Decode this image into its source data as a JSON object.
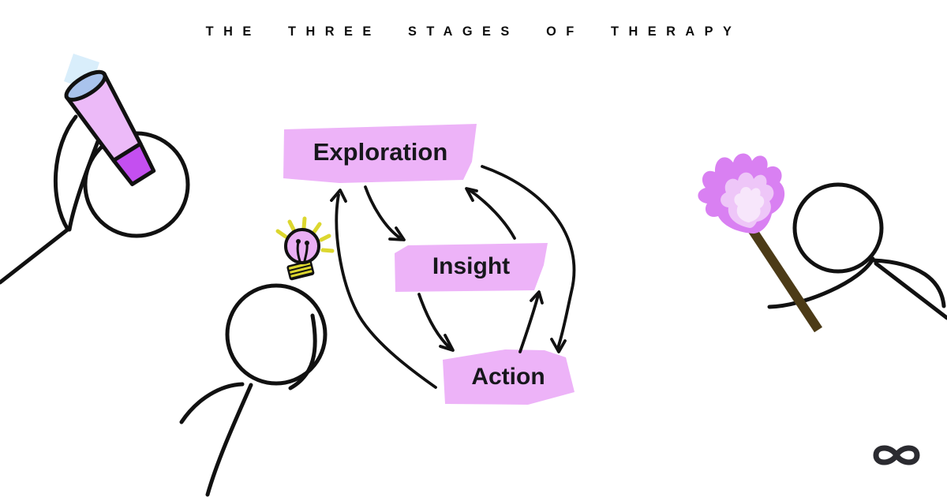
{
  "title": "THE THREE STAGES OF THERAPY",
  "stages": [
    {
      "id": "exploration",
      "label": "Exploration"
    },
    {
      "id": "insight",
      "label": "Insight"
    },
    {
      "id": "action",
      "label": "Action"
    }
  ],
  "connections": [
    {
      "from": "Exploration",
      "to": "Insight"
    },
    {
      "from": "Insight",
      "to": "Exploration"
    },
    {
      "from": "Exploration",
      "to": "Action"
    },
    {
      "from": "Action",
      "to": "Insight"
    },
    {
      "from": "Insight",
      "to": "Action"
    },
    {
      "from": "Action",
      "to": "Exploration"
    }
  ],
  "figures": [
    {
      "name": "observer-with-telescope",
      "position": "left"
    },
    {
      "name": "person-with-idea-lightbulb",
      "position": "center"
    },
    {
      "name": "person-with-torch",
      "position": "right"
    }
  ],
  "logo": {
    "name": "infinity"
  },
  "colors": {
    "highlight": "#edb3f8",
    "ink": "#111111",
    "telescope_body": "#ecbaf8",
    "telescope_eyepiece": "#c44ff0",
    "telescope_lens": "#a9c3ec",
    "telescope_glint": "#d9eefb",
    "bulb_glass": "#e9aef3",
    "bulb_yellow": "#dcd72f",
    "flame_outer": "#d980f2",
    "flame_mid": "#eec6f8",
    "flame_inner": "#f7e6fb",
    "torch_handle": "#4c3b17",
    "logo_ink": "#2b2b30"
  }
}
